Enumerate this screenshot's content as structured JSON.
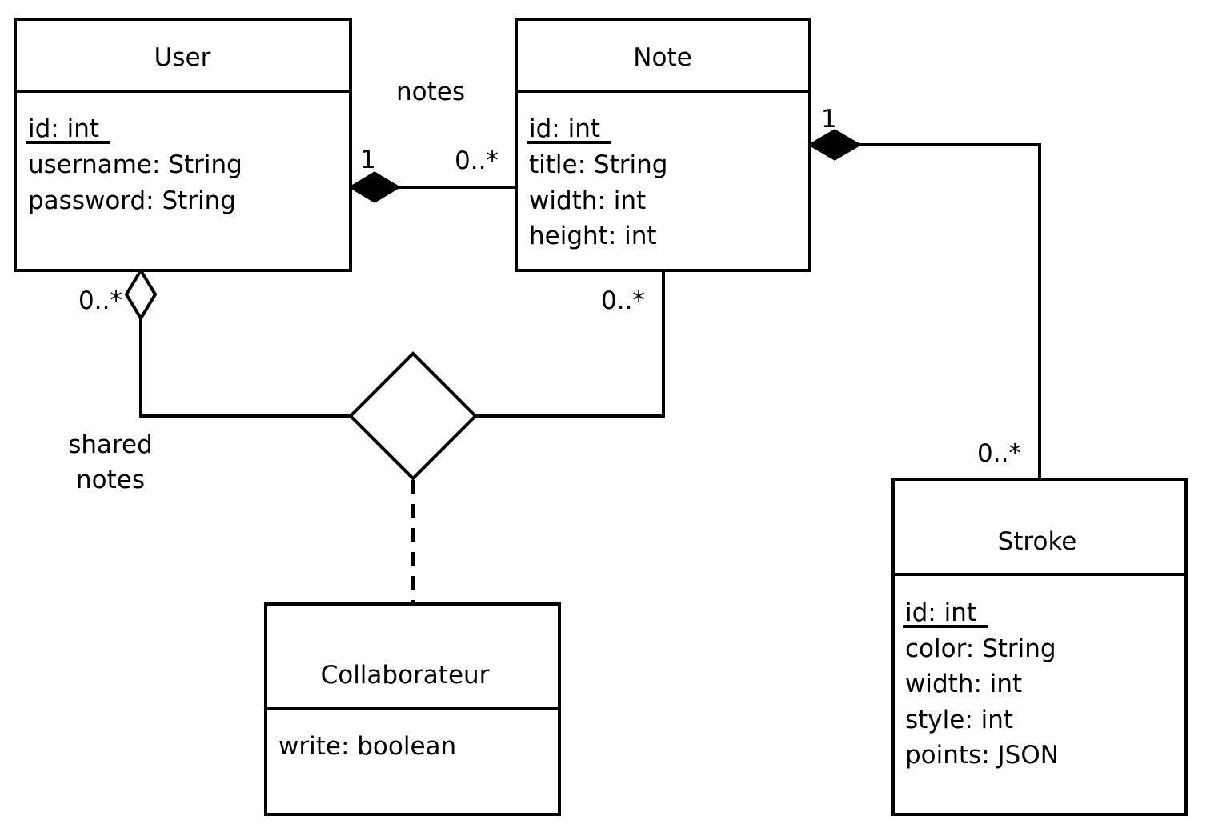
{
  "classes": {
    "user": {
      "name": "User",
      "attributes": [
        "id: int",
        "username: String",
        "password: String"
      ]
    },
    "note": {
      "name": "Note",
      "attributes": [
        "id: int",
        "title: String",
        "width: int",
        "height: int"
      ]
    },
    "stroke": {
      "name": "Stroke",
      "attributes": [
        "id: int",
        "color: String",
        "width: int",
        "style: int",
        "points: JSON"
      ]
    },
    "collaborateur": {
      "name": "Collaborateur",
      "attributes": [
        "write: boolean"
      ]
    }
  },
  "associations": {
    "user_note": {
      "role": "notes",
      "mult_user": "1",
      "mult_note": "0..*"
    },
    "note_stroke": {
      "mult_note": "1",
      "mult_stroke": "0..*"
    },
    "shared": {
      "role_line1": "shared",
      "role_line2": "notes",
      "mult_user": "0..*",
      "mult_note": "0..*"
    }
  }
}
